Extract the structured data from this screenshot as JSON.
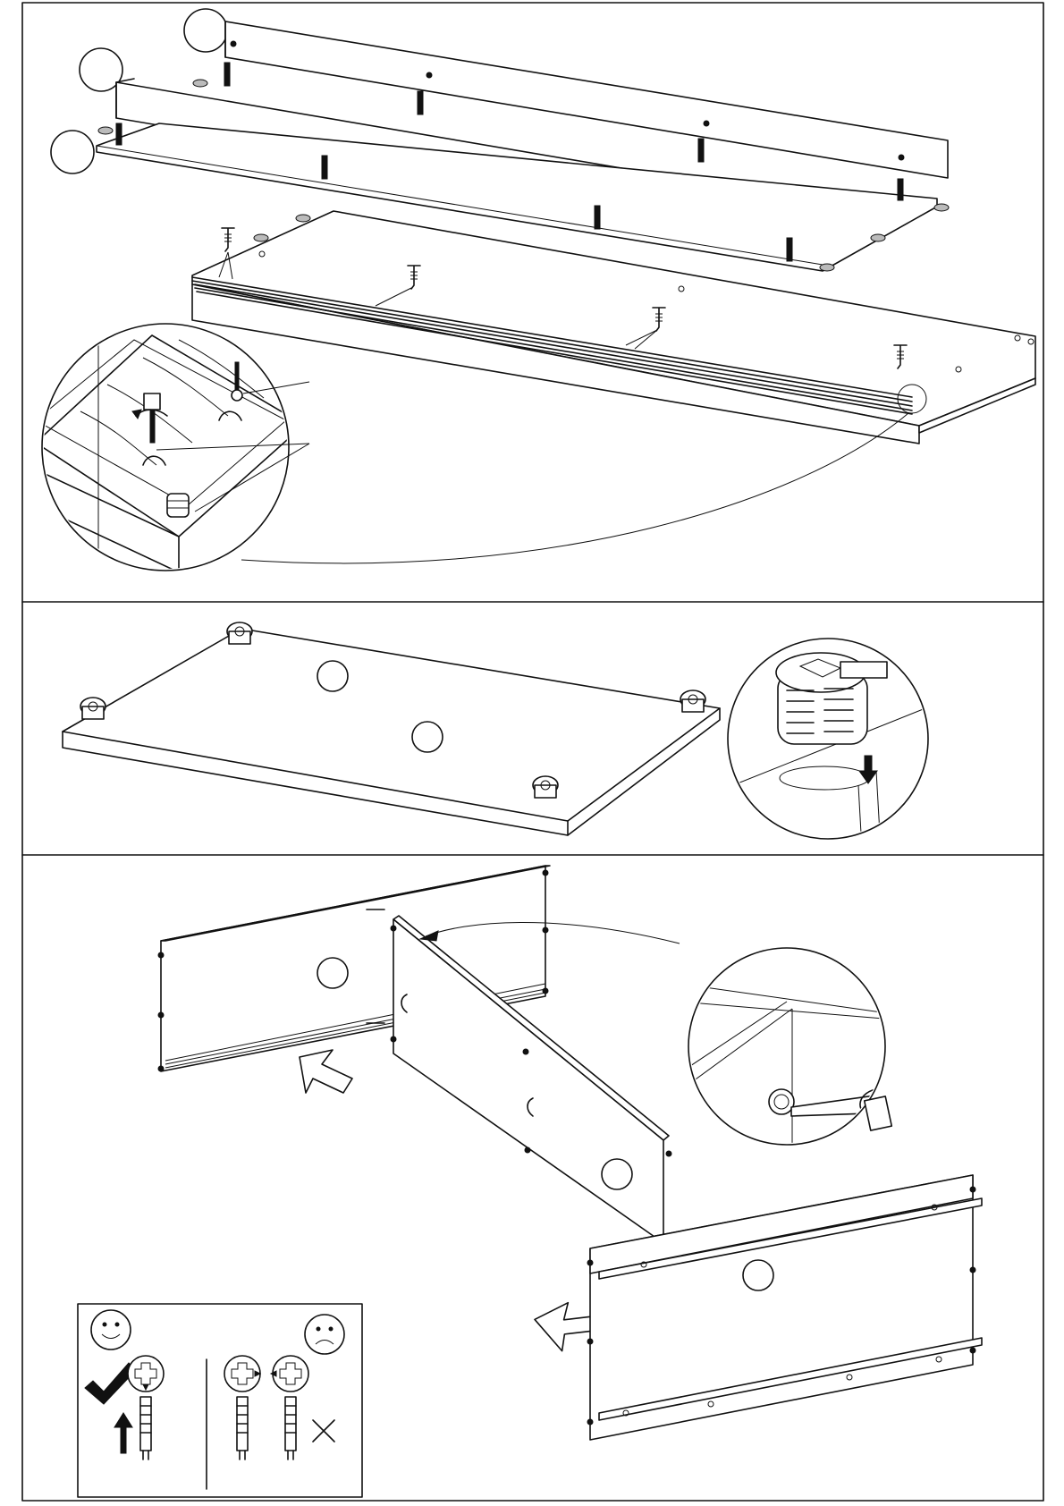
{
  "document": {
    "type": "assembly-instructions",
    "sections": [
      {
        "id": "step-a",
        "callouts": 4,
        "detail_view": "rail-screw-detail"
      },
      {
        "id": "step-b",
        "callouts": 2,
        "detail_view": "cam-lock-insert-detail"
      },
      {
        "id": "step-c",
        "callouts": 3,
        "detail_view": "cam-lock-turn-detail"
      }
    ],
    "tip_box": {
      "correct_symbol": "check-mark-icon",
      "wrong_symbol": "cross-icon",
      "happy_face": "smiley-face-icon",
      "sad_face": "sad-face-icon"
    },
    "colors": {
      "line": "#111111",
      "paper": "#ffffff"
    }
  }
}
